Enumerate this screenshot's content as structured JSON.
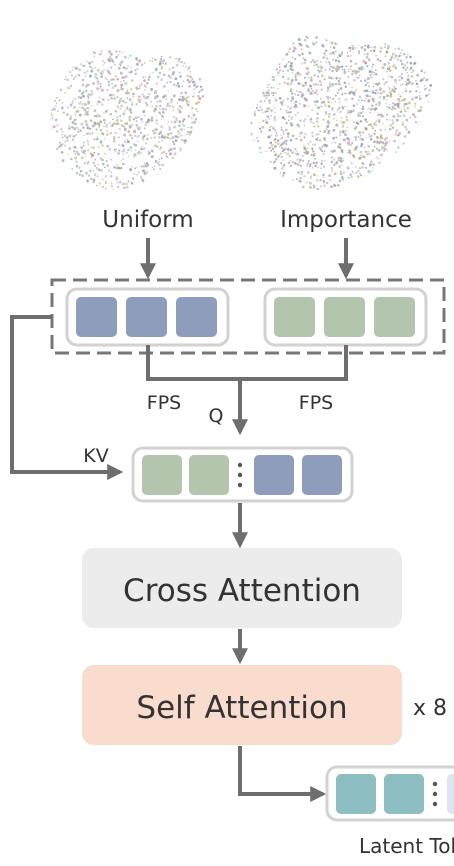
{
  "samples": {
    "uniform_label": "Uniform",
    "importance_label": "Importance"
  },
  "sampling": {
    "fps_left": "FPS",
    "fps_right": "FPS",
    "query_label": "Q",
    "kv_label": "KV"
  },
  "blocks": {
    "cross_attention": "Cross Attention",
    "self_attention": "Self Attention",
    "repeat": "x 8"
  },
  "output": {
    "label": "Latent Tokens"
  },
  "colors": {
    "uniform_token": "#8f9dbd",
    "importance_token": "#b4c5ad",
    "latent_token": "#8dbec2",
    "cross_attention_bg": "#ececec",
    "self_attention_bg": "#f9dccd",
    "arrow": "#6e6e6e"
  }
}
